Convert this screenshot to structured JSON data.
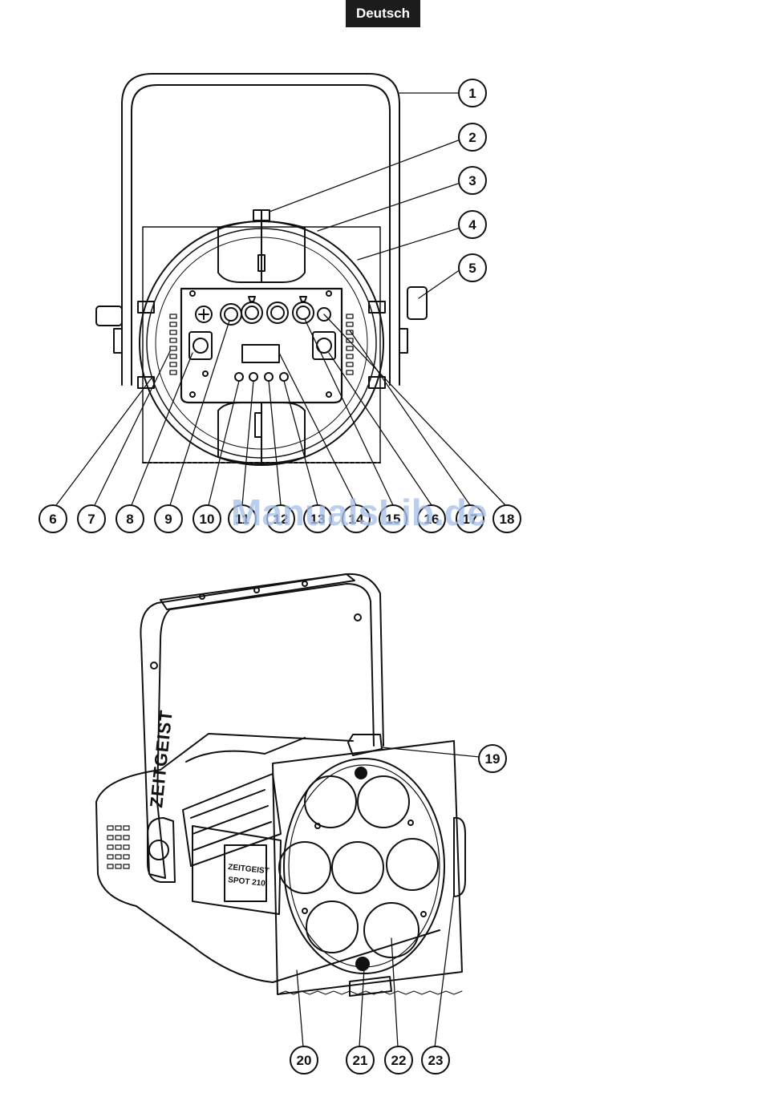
{
  "header": {
    "language_tab": "Deutsch"
  },
  "watermark": {
    "text": "ManualsLib.de"
  },
  "figure_top": {
    "callouts": [
      "1",
      "2",
      "3",
      "4",
      "5",
      "6",
      "7",
      "8",
      "9",
      "10",
      "11",
      "12",
      "13",
      "14",
      "15",
      "16",
      "17",
      "18"
    ]
  },
  "figure_bottom": {
    "brand_side": "ZEITGEIST",
    "brand_badge": "ZEITGEIST",
    "model_badge": "SPOT 210",
    "callouts": [
      "19",
      "20",
      "21",
      "22",
      "23"
    ]
  },
  "colors": {
    "ink": "#111111",
    "watermark": "#a9c1ea",
    "tab_bg": "#1c1c1c"
  }
}
